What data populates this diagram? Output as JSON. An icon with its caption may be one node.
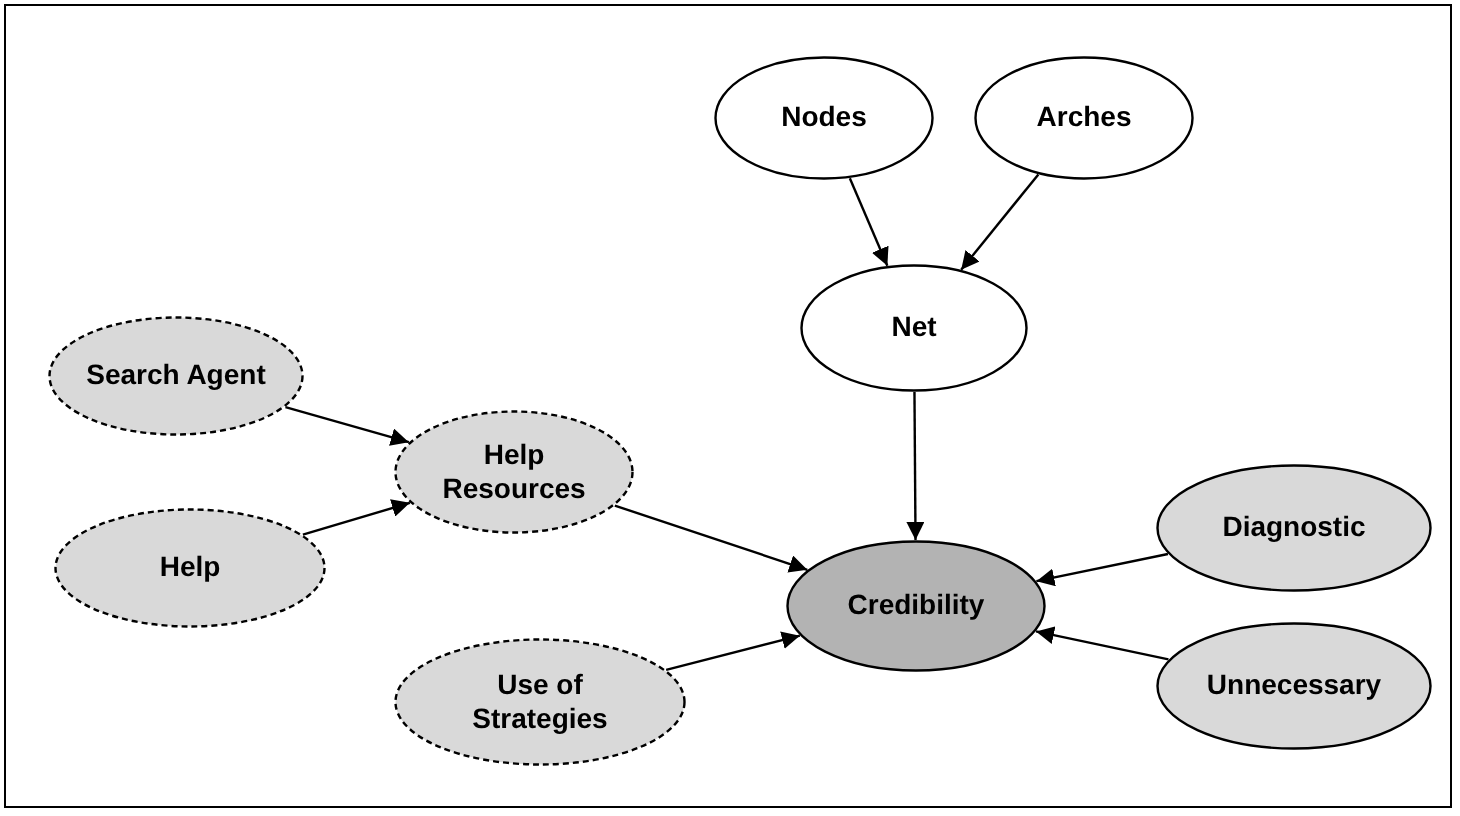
{
  "diagram": {
    "nodes": [
      {
        "text": [
          "Nodes"
        ]
      },
      {
        "text": [
          "Arches"
        ]
      },
      {
        "text": [
          "Net"
        ]
      },
      {
        "text": [
          "Search Agent"
        ]
      },
      {
        "text": [
          "Help Resources"
        ]
      },
      {
        "text": [
          "Help"
        ]
      },
      {
        "text": [
          "Credibility"
        ]
      },
      {
        "text": [
          "Diagnostic"
        ]
      },
      {
        "text": [
          "Use of Strategies"
        ]
      },
      {
        "text": [
          "Unnecessary"
        ]
      }
    ],
    "edges": [
      {
        "from": 0,
        "to": 2,
        "arrow": "to"
      },
      {
        "from": 1,
        "to": 2,
        "arrow": "to"
      },
      {
        "from": 2,
        "to": 6,
        "arrow": "to"
      },
      {
        "from": 3,
        "to": 4,
        "arrow": "to"
      },
      {
        "from": 5,
        "to": 4,
        "arrow": "to"
      },
      {
        "from": 4,
        "to": 6,
        "arrow": "to"
      },
      {
        "from": 8,
        "to": 6,
        "arrow": "to"
      },
      {
        "from": 7,
        "to": 6,
        "arrow": "to"
      },
      {
        "from": 9,
        "to": 6,
        "arrow": "to"
      }
    ]
  }
}
